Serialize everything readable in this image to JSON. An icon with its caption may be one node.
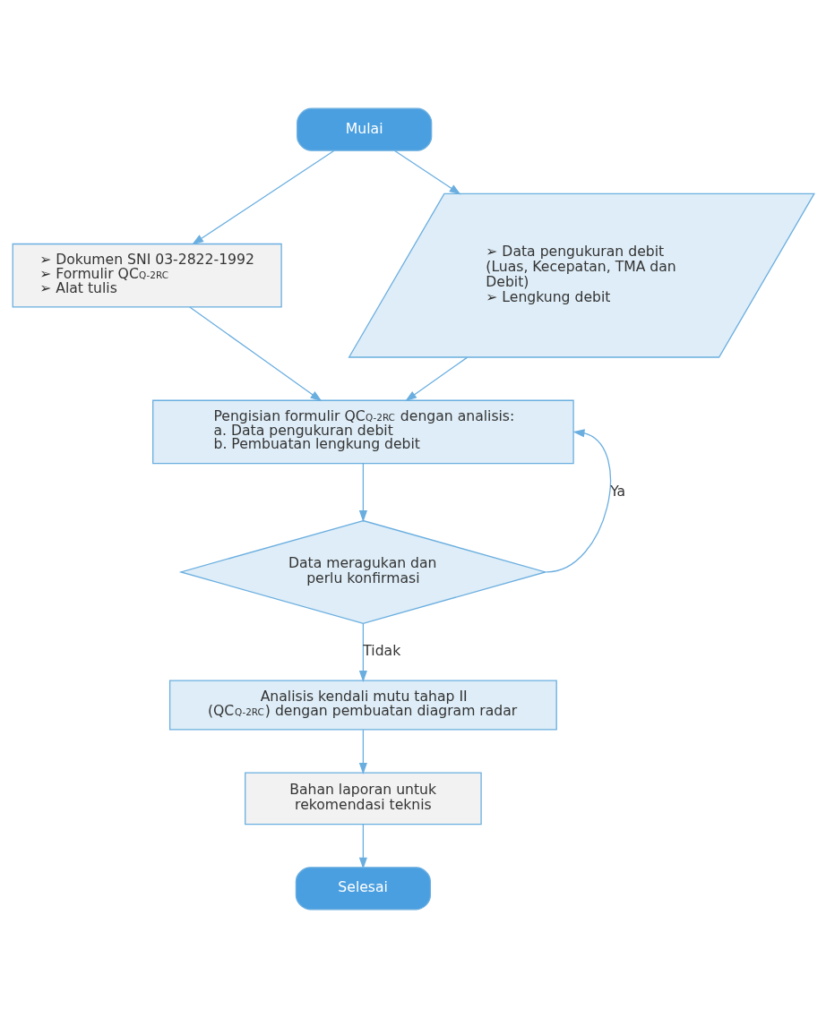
{
  "diagram": {
    "nodes": [
      {
        "text": [
          "Mulai"
        ]
      },
      {
        "text": [
          "➢ Dokumen SNI 03-2822-1992",
          "➢ Formulir QC$_{Q-2RC}$",
          "➢ Alat tulis"
        ]
      },
      {
        "text": [
          "➢ Data pengukuran debit (Luas, Kecepatan, TMA dan Debit)",
          "➢ Lengkung debit"
        ]
      },
      {
        "text": [
          "Pengisian formulir QC$_{Q-2RC}$ dengan analisis:",
          "a. Data pengukuran debit",
          "b. Pembuatan lengkung debit"
        ]
      },
      {
        "text": [
          "Data meragukan dan perlu konfirmasi"
        ]
      },
      {
        "text": [
          "Analisis kendali mutu tahap II (QC$_{Q-2RC}$) dengan pembuatan diagram radar"
        ]
      },
      {
        "text": [
          "Bahan laporan untuk rekomendasi teknis"
        ]
      },
      {
        "text": [
          "Selesai"
        ]
      }
    ],
    "edges": [
      {
        "from": 0,
        "to": 1,
        "arrow": "to"
      },
      {
        "from": 0,
        "to": 2,
        "arrow": "to"
      },
      {
        "from": 1,
        "to": 3,
        "arrow": "to"
      },
      {
        "from": 2,
        "to": 3,
        "arrow": "to"
      },
      {
        "from": 3,
        "to": 4,
        "arrow": "to"
      },
      {
        "from": 4,
        "to": 3,
        "arrow": "to",
        "label": "Ya"
      },
      {
        "from": 4,
        "to": 5,
        "arrow": "to",
        "label": "Tidak"
      },
      {
        "from": 5,
        "to": 6,
        "arrow": "to"
      },
      {
        "from": 6,
        "to": 7,
        "arrow": "to"
      }
    ]
  }
}
